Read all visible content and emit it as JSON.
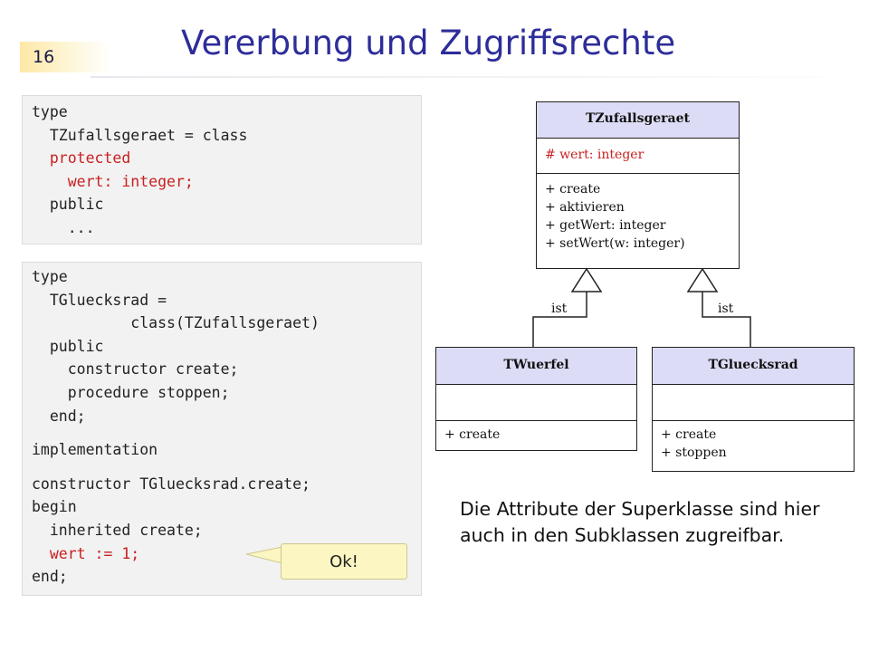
{
  "page_number": "16",
  "title": "Vererbung und Zugriffsrechte",
  "code_block_1": {
    "lines": [
      {
        "text": "type",
        "highlight": false
      },
      {
        "text": "  TZufallsgeraet = class",
        "highlight": false
      },
      {
        "text": "  protected",
        "highlight": true
      },
      {
        "text": "    wert: integer;",
        "highlight": true
      },
      {
        "text": "  public",
        "highlight": false
      },
      {
        "text": "    ...",
        "highlight": false
      }
    ]
  },
  "code_block_2": {
    "lines": [
      {
        "text": "type",
        "highlight": false
      },
      {
        "text": "  TGluecksrad =",
        "highlight": false
      },
      {
        "text": "           class(TZufallsgeraet)",
        "highlight": false
      },
      {
        "text": "  public",
        "highlight": false
      },
      {
        "text": "    constructor create;",
        "highlight": false
      },
      {
        "text": "    procedure stoppen;",
        "highlight": false
      },
      {
        "text": "  end;",
        "highlight": false
      },
      {
        "text": "implementation",
        "highlight": false
      },
      {
        "text": "constructor TGluecksrad.create;",
        "highlight": false
      },
      {
        "text": "begin",
        "highlight": false
      },
      {
        "text": "  inherited create;",
        "highlight": false
      },
      {
        "text": "  wert := 1;",
        "highlight": true
      },
      {
        "text": "end;",
        "highlight": false
      }
    ]
  },
  "callout": {
    "text": "Ok!"
  },
  "uml": {
    "superclass": {
      "name": "TZufallsgeraet",
      "attributes": [
        "# wert: integer"
      ],
      "operations": [
        "+ create",
        "+ aktivieren",
        "+ getWert: integer",
        "+ setWert(w: integer)"
      ]
    },
    "subclasses": [
      {
        "name": "TWuerfel",
        "attributes": [],
        "operations": [
          "+ create"
        ]
      },
      {
        "name": "TGluecksrad",
        "attributes": [],
        "operations": [
          "+ create",
          "+ stoppen"
        ]
      }
    ],
    "relation_labels": [
      "ist",
      "ist"
    ]
  },
  "caption": "Die Attribute der Superklasse sind hier auch in den Subklassen zugreifbar.",
  "colors": {
    "title": "#2d2d9a",
    "highlight_text": "#c82020",
    "uml_header": "#dcdcf6",
    "callout_fill": "#fbf6c2",
    "code_background": "#f2f2f2"
  }
}
